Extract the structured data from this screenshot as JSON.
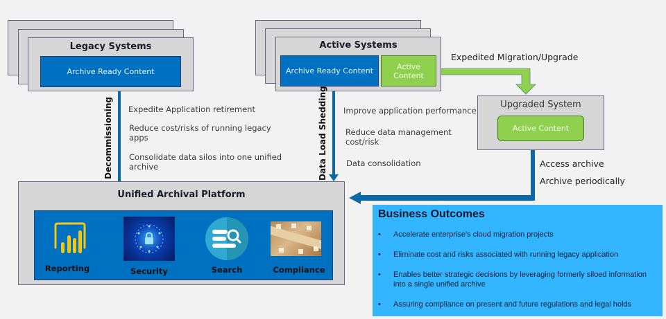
{
  "legacy": {
    "title": "Legacy Systems",
    "archive_label": "Archive Ready Content",
    "flow_label": "Decommissioning",
    "benefits": [
      "Expedite Application retirement",
      "Reduce cost/risks of running legacy apps",
      "Consolidate data silos into one unified archive"
    ]
  },
  "active": {
    "title": "Active Systems",
    "archive_label": "Archive Ready Content",
    "active_label": "Active Content",
    "flow_label": "Data Load Shedding",
    "benefits": [
      "Improve application performance",
      "Reduce data management cost/risk",
      "Data consolidation"
    ]
  },
  "migration": {
    "label": "Expedited Migration/Upgrade"
  },
  "upgraded": {
    "title": "Upgraded System",
    "active_label": "Active Content",
    "actions": [
      "Access archive",
      "Archive periodically"
    ]
  },
  "platform": {
    "title": "Unified Archival Platform",
    "features": [
      {
        "label": "Reporting",
        "icon": "bar-chart-icon"
      },
      {
        "label": "Security",
        "icon": "padlock-icon"
      },
      {
        "label": "Search",
        "icon": "search-icon"
      },
      {
        "label": "Compliance",
        "icon": "compliance-tiles-icon"
      }
    ]
  },
  "outcomes": {
    "title": "Business Outcomes",
    "items": [
      "Accelerate enterprise's cloud migration projects",
      "Eliminate cost and risks associated with running legacy application",
      "Enables better strategic decisions by leveraging formerly siloed information into a single unified archive",
      "Assuring compliance on present and future regulations and legal holds"
    ]
  },
  "colors": {
    "background": "#f2f2f2",
    "box_gray": "#d6d6d6",
    "archive_blue": "#0070c0",
    "active_green": "#8fd14f",
    "arrow_blue": "#0a6aa8",
    "outcomes_blue": "#33b5ff",
    "reporting_yellow": "#f2c811"
  }
}
